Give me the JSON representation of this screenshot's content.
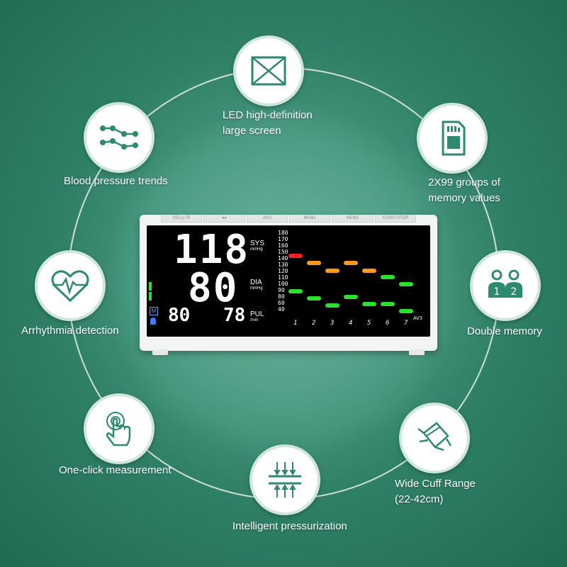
{
  "features": [
    {
      "id": "led",
      "lines": [
        "LED high-definition",
        "large screen"
      ],
      "icon": "screen-icon"
    },
    {
      "id": "memory",
      "lines": [
        "2X99 groups of",
        "memory values"
      ],
      "icon": "sd-card-icon"
    },
    {
      "id": "double",
      "lines": [
        "Double memory"
      ],
      "icon": "two-users-icon"
    },
    {
      "id": "cuff",
      "lines": [
        "Wide Cuff Range",
        "(22-42cm)"
      ],
      "icon": "cuff-icon"
    },
    {
      "id": "pressure",
      "lines": [
        "Intelligent pressurization"
      ],
      "icon": "pressure-arrows-icon"
    },
    {
      "id": "oneclick",
      "lines": [
        "One-click measurement"
      ],
      "icon": "hand-press-icon"
    },
    {
      "id": "arrhythmia",
      "lines": [
        "Arrhythmia detection"
      ],
      "icon": "heart-pulse-icon"
    },
    {
      "id": "trends",
      "lines": [
        "Blood pressure trends"
      ],
      "icon": "trend-graph-icon"
    }
  ],
  "device": {
    "buttons": [
      "DEL/LTR",
      "♦♦",
      "AVG",
      "MEM1",
      "MEM2",
      "START/STOP"
    ],
    "sys_value": "118",
    "dia_value": "80",
    "pul_value": "78",
    "mem_value": "80",
    "sys_label": "SYS",
    "dia_label": "DIA",
    "pul_label": "PUL",
    "unit_mmhg": "mmHg",
    "unit_min": "/min",
    "mem_badge": "M",
    "avg_label": "AV3",
    "scale": [
      "180",
      "170",
      "160",
      "150",
      "140",
      "130",
      "120",
      "110",
      "100",
      "90",
      "80",
      "60",
      "40"
    ],
    "x_ticks": [
      "1",
      "2",
      "3",
      "4",
      "5",
      "6",
      "7"
    ]
  },
  "colors": {
    "red": "#ff2020",
    "orange": "#ff9a1a",
    "green": "#2de02d",
    "ring": "#ffffff",
    "accent": "#2e8a6e"
  }
}
